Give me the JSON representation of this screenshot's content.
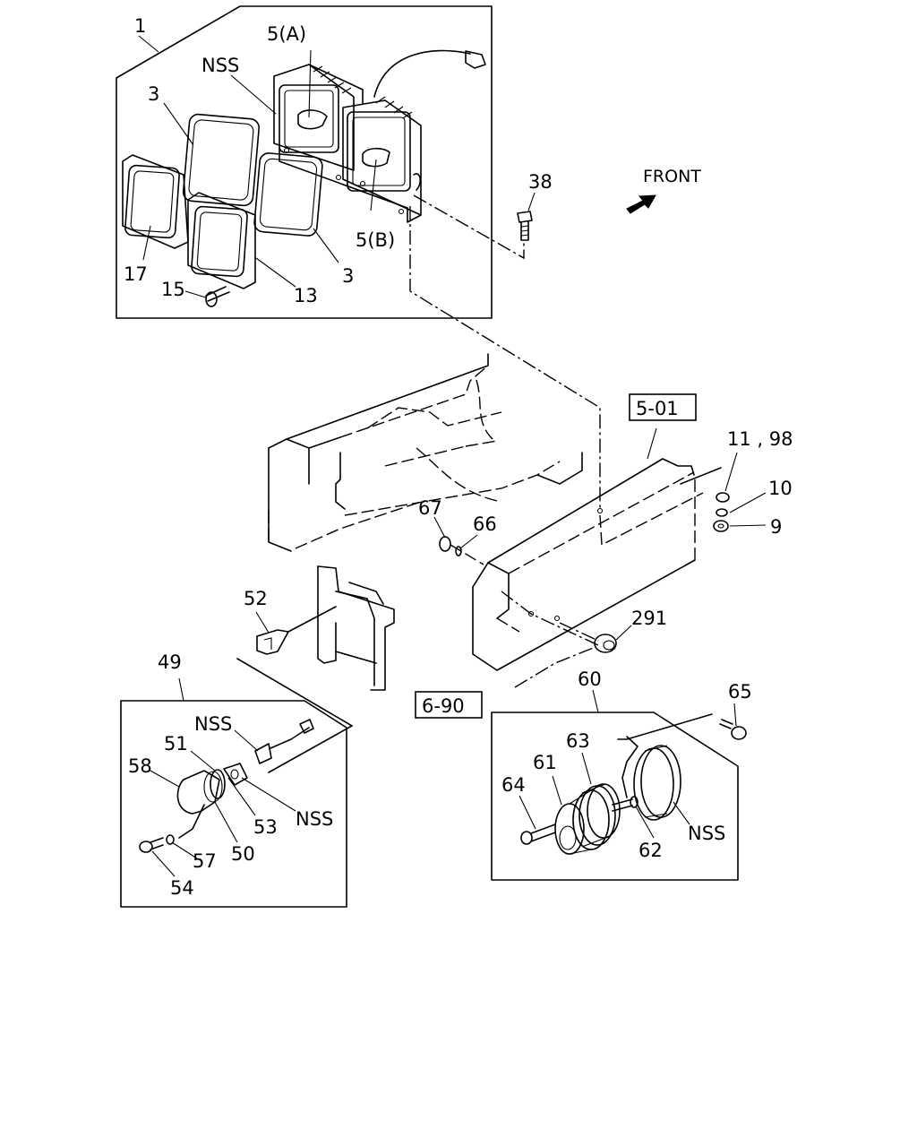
{
  "labels": {
    "l1": "1",
    "l5a": "5(A)",
    "nss_top": "NSS",
    "l3a": "3",
    "l38": "38",
    "front": "FRONT",
    "l5b": "5(B)",
    "l17": "17",
    "l13": "13",
    "l3b": "3",
    "l15": "15",
    "ref501": "5-01",
    "l1198": "11 , 98",
    "l10": "10",
    "l9": "9",
    "l67": "67",
    "l66": "66",
    "l52": "52",
    "l291": "291",
    "l49": "49",
    "l60": "60",
    "ref690": "6-90",
    "l65": "65",
    "nss_left": "NSS",
    "l51": "51",
    "l58": "58",
    "l53": "53",
    "nss_left2": "NSS",
    "l50": "50",
    "l57": "57",
    "l54": "54",
    "l63": "63",
    "l61": "61",
    "l64": "64",
    "nss_right": "NSS",
    "l62": "62"
  }
}
